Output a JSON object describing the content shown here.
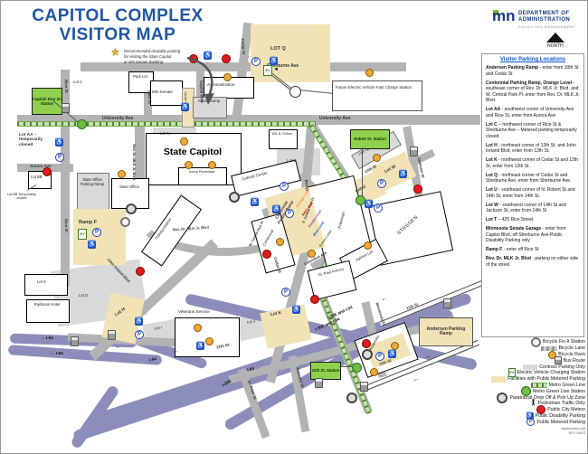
{
  "title": {
    "line1": "CAPITOL COMPLEX",
    "line2": "VISITOR MAP"
  },
  "agency": {
    "logo": "mn",
    "line1": "DEPARTMENT OF",
    "line2": "ADMINISTRATION",
    "line3": "FACILITIES MANAGEMENT",
    "north_label": "NORTH"
  },
  "note": {
    "line1": "Recommended disability parking",
    "line2": "for visiting the State Capitol",
    "line3": "or MN Senate Building"
  },
  "panel": {
    "heading": "Visitor Parking Locations",
    "entries": [
      {
        "name": "Andersen Parking Ramp",
        "desc": " - enter from 10th St and Cedar St"
      },
      {
        "name": "Centennial Parking Ramp, Orange Level",
        "desc": " - southeast corner of Rev. Dr. MLK Jr. Blvd. and W. Central Park Pl, enter from Rev. Dr. MLK Jr. Blvd."
      },
      {
        "name": "Lot AA",
        "desc": " - southwest corner of University Ave and Rice St, enter from Aurora Ave"
      },
      {
        "name": "Lot C",
        "desc": " – northwest corner of Rice St & Sherburne Ave – Metered parking temporarily closed"
      },
      {
        "name": "Lot H",
        "desc": " - northeast corner of 12th St. and John Ireland Blvd, enter from 12th St."
      },
      {
        "name": "Lot K",
        "desc": " - northwest corner of Cedar St and 12th St, enter from 12th St."
      },
      {
        "name": "Lot Q",
        "desc": " - northeast corner of Cedar St and Sherburne Ave, enter from Sherburne Ave."
      },
      {
        "name": "Lot U",
        "desc": " - southeast corner of N. Robert St and 14th St, enter from 14th St."
      },
      {
        "name": "Lot W",
        "desc": " - southwest corner of 14th St and Jackson St, enter from 14th St"
      },
      {
        "name": "Lot T",
        "desc": " – 425 Rice Street"
      },
      {
        "name": "Minnesota Senate Garage",
        "desc": " - enter from Capitol Blvd, off Sherburne Ave-Public Disability Parking only"
      },
      {
        "name": "Ramp F",
        "desc": " - enter off Rice St"
      },
      {
        "name": "Rev. Dr. MLK Jr. Blvd",
        "desc": " - parking on either side of the street"
      }
    ]
  },
  "legend": {
    "items": [
      {
        "label": "Bicycle Fix-It Station"
      },
      {
        "label": "Bicycle Lane"
      },
      {
        "label": "Bicycle Rack"
      },
      {
        "label": "Bus Route"
      },
      {
        "label": "Contract Parking Only"
      },
      {
        "label": "Electric Vehicle Charging Station"
      },
      {
        "label": "Facilities with Public Metered Parking"
      },
      {
        "label": "Metro Green Line"
      },
      {
        "label": "Metro Green Line Station"
      },
      {
        "label": "Paratransit Drop Off & Pick Up Zone"
      },
      {
        "label": "Pedestrian Traffic Only"
      },
      {
        "label": "Public City Meters"
      },
      {
        "label": "Public Disability Parking"
      },
      {
        "label": "Public Metered Parking"
      }
    ]
  },
  "footer": {
    "line1": "capitolvisitor.pdf",
    "line2": "REV 06/23"
  },
  "map": {
    "colors": {
      "road": "#b3b3b3",
      "freeway": "#8d8dbb",
      "tan": "#f2e3b6",
      "station_green": "#8fd14f",
      "metro_green": "#70ad47",
      "meter_red": "#e01b1b",
      "parking_blue": "#2053c4"
    },
    "streets": {
      "sherburne": "Sherburne Ave",
      "university": "University Ave",
      "rice": "Rice St",
      "park": "Park St",
      "cedar": "Cedar St",
      "capitol_blvd": "Capitol Blvd",
      "aurora": "Aurora Ave",
      "mlk": "Rev. Dr. MLK Jr. Blvd",
      "john_ireland": "John Ireland Blvd",
      "jackson": "Jackson St",
      "st14": "14th St",
      "st12": "12th St",
      "st11": "11th St",
      "st10": "10th St",
      "minnesota": "Minnesota St",
      "wabasha": "Wabasha St",
      "st_peter": "St. Peter St",
      "columbus": "Columbus Ave",
      "central_park_w": "W. Central Park Pl",
      "central_park_e": "E. Central Park Pl",
      "bridge": "Bridge"
    },
    "freeways": {
      "i94": "I-94",
      "i35e": "I-35E",
      "i35e_i94": "I-35E and I-94"
    },
    "buildings": {
      "capitol": "State Capitol",
      "promenade": "Aurora Promenade",
      "senate": "MN Senate",
      "administration": "Administration",
      "admin_ramp": "Admin Ramp",
      "senate_garage": "Senate Garage",
      "judicial": "Judicial Center",
      "state_office": "State Office",
      "state_office_ramp": "State Office Parking Ramp",
      "transportation": "Transportation",
      "freeman": "Freeman",
      "stassen": "STASSEN",
      "aghort": "Ag/Hort Lab",
      "armory": "St. Paul Armory",
      "veterans": "Veterans Service",
      "andersen": "Andersen",
      "robert691": "691 N. Robert",
      "radisson": "Radisson Hotel",
      "ramp14": "14th St Ramp",
      "centennial": "Centennial",
      "centennial_ramp": "Centennial Parking Ramp"
    },
    "lots": {
      "q": "LOT Q",
      "c": "Lot C",
      "park_lot": "Park Lot",
      "n": "Lot N",
      "l": "Lot L",
      "bb": "Lot BB",
      "x": "Lot X",
      "g": "Lot G",
      "h": "Lot H",
      "i": "Lot I",
      "j": "Lot J",
      "k": "Lot K",
      "u": "Lot U",
      "w": "Lot W",
      "ramp_f": "Ramp F"
    },
    "stations": {
      "capitol_rice": "Capitol/ Rice St. Station",
      "robert": "Robert St. Station",
      "tenth": "10th St. Station"
    },
    "notes": {
      "lot_aa": "Lot AA – temporarily closed",
      "lot_bb": "Lot BB Temporarily closed",
      "future_ev": "Future Electric Vehicle Fast Charge Station",
      "andersen_ramp": "Andersen Parking Ramp"
    },
    "levels": [
      "Orange Level",
      "Red Level",
      "Purple Level",
      "Blue Level",
      "Green Level"
    ]
  }
}
